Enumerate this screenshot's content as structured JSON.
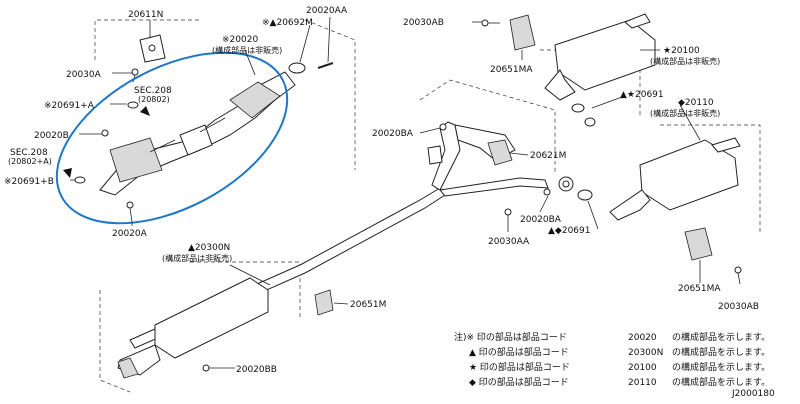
{
  "labels": {
    "p20611N": "20611N",
    "p20030A": "20030A",
    "p20691A": "※20691+A",
    "p20020B": "20020B",
    "sec208a": "SEC.208",
    "sec208a_sub": "(20802)",
    "sec208b": "SEC.208",
    "sec208b_sub": "(20802+A)",
    "p20691B": "※20691+B",
    "p20020A": "20020A",
    "p20020": "※20020",
    "p20020_note": "(構成部品は非販売)",
    "p20692M": "※▲20692M",
    "p20020AA": "20020AA",
    "p20030AB_top": "20030AB",
    "p20651MA_top": "20651MA",
    "p20100": "★20100",
    "p20100_note": "(構成部品は非販売)",
    "p20691_star": "▲★20691",
    "p20110": "◆20110",
    "p20110_note": "(構成部品は非販売)",
    "p20020BA_left": "20020BA",
    "p20621M": "20621M",
    "p20020BA_mid": "20020BA",
    "p20030AA": "20030AA",
    "p20691_dia": "▲◆20691",
    "p20300N": "▲20300N",
    "p20300N_note": "(構成部品は非販売)",
    "p20651M": "20651M",
    "p20020BB": "20020BB",
    "p20651MA_bot": "20651MA",
    "p20030AB_bot": "20030AB",
    "diagram_id": "J2000180"
  },
  "notes": [
    {
      "col1": "注)※ 印の部品は部品コード",
      "code": "20020",
      "col2": "の構成部品を示します。"
    },
    {
      "col1": "▲ 印の部品は部品コード",
      "code": "20300N",
      "col2": "の構成部品を示します。"
    },
    {
      "col1": "★ 印の部品は部品コード",
      "code": "20100",
      "col2": "の構成部品を示します。"
    },
    {
      "col1": "◆ 印の部品は部品コード",
      "code": "20110",
      "col2": "の構成部品を示します。"
    }
  ],
  "colors": {
    "highlight": "#1f77c9",
    "ink": "#222222"
  }
}
